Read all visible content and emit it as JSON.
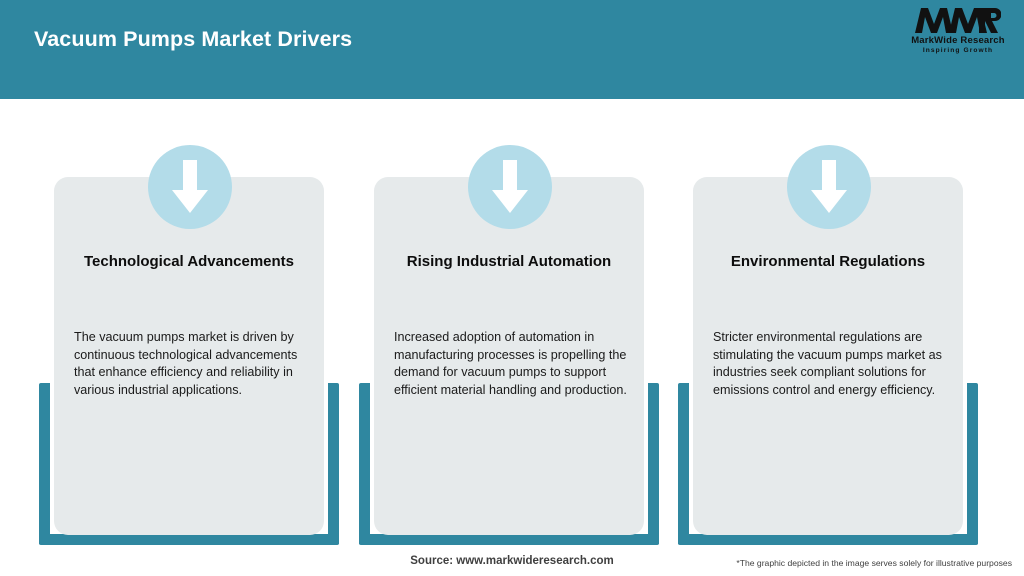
{
  "header": {
    "title": "Vacuum Pumps Market Drivers",
    "bg_color": "#2f87a0",
    "title_color": "#ffffff"
  },
  "logo": {
    "mark": "MWR",
    "name": "MarkWide Research",
    "tagline": "Inspiring Growth"
  },
  "cards": [
    {
      "icon": "arrow-down-icon",
      "title": "Technological Advancements",
      "body": "The vacuum pumps market is driven by continuous technological advancements that enhance efficiency and reliability in various industrial applications."
    },
    {
      "icon": "arrow-down-icon",
      "title": "Rising Industrial Automation",
      "body": "Increased adoption of automation in manufacturing processes is propelling the demand for vacuum pumps to support efficient material handling and production."
    },
    {
      "icon": "arrow-down-icon",
      "title": "Environmental Regulations",
      "body": "Stricter environmental regulations are stimulating the vacuum pumps market as industries seek compliant solutions for emissions control and energy efficiency."
    }
  ],
  "footer": {
    "source": "Source: www.markwideresearch.com",
    "disclaimer": "*The graphic depicted in the image serves solely for illustrative purposes"
  },
  "colors": {
    "teal": "#2f87a0",
    "card_bg": "#e6eaeb",
    "circle_bg": "#b3dce9",
    "page_bg": "#ffffff",
    "arrow": "#ffffff"
  }
}
